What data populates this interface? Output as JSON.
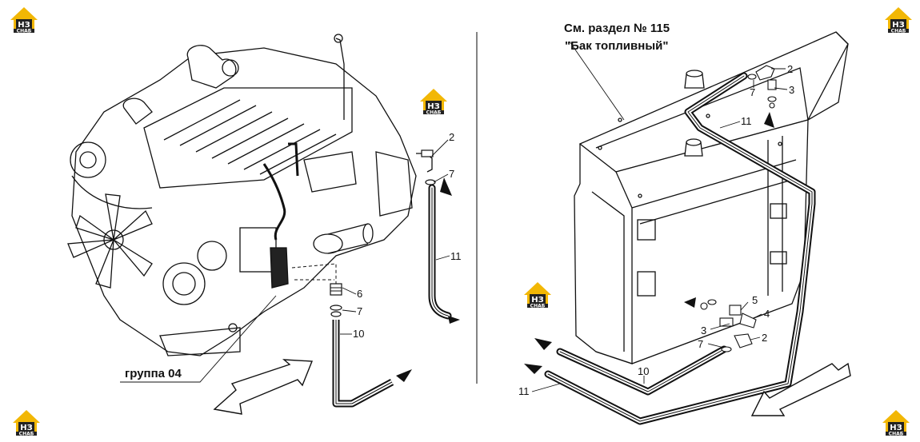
{
  "caption": {
    "line1": "См. раздел № 115",
    "line2": "\"Бак топливный\""
  },
  "group_label": "группа 04",
  "logo": {
    "mark": "НЗ",
    "sub": "СНАБ",
    "color_yellow": "#f2b705",
    "color_dark": "#222222"
  },
  "left_callouts": [
    "2",
    "7",
    "11",
    "6",
    "7",
    "10"
  ],
  "right_callouts_top": [
    "2",
    "3",
    "7",
    "11"
  ],
  "right_callouts_bottom": [
    "5",
    "4",
    "3",
    "2",
    "7",
    "10",
    "11"
  ]
}
